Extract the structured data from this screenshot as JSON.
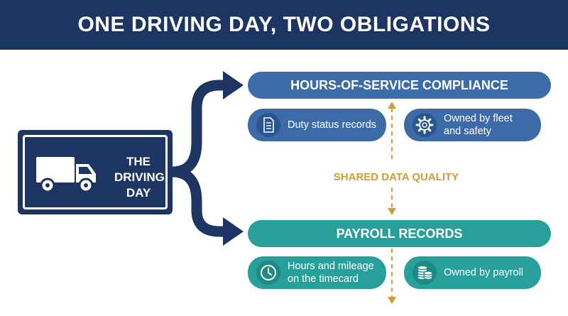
{
  "title": "ONE DRIVING DAY, TWO OBLIGATIONS",
  "source": {
    "lines": [
      "THE",
      "DRIVING",
      "DAY"
    ],
    "icon": "truck-icon"
  },
  "hos": {
    "header": "HOURS-OF-SERVICE COMPLIANCE",
    "color": "#3c6ba8",
    "items": [
      {
        "icon": "document-icon",
        "lines": [
          "Duty status records"
        ]
      },
      {
        "icon": "gear-icon",
        "lines": [
          "Owned by fleet",
          "and safety"
        ]
      }
    ]
  },
  "payroll": {
    "header": "PAYROLL RECORDS",
    "color": "#27a09b",
    "items": [
      {
        "icon": "clock-icon",
        "lines": [
          "Hours and mileage",
          "on the timecard"
        ]
      },
      {
        "icon": "coins-icon",
        "lines": [
          "Owned by payroll"
        ]
      }
    ]
  },
  "link_label": "SHARED DATA QUALITY",
  "colors": {
    "navy": "#1c3563",
    "accent": "#d19a36"
  }
}
